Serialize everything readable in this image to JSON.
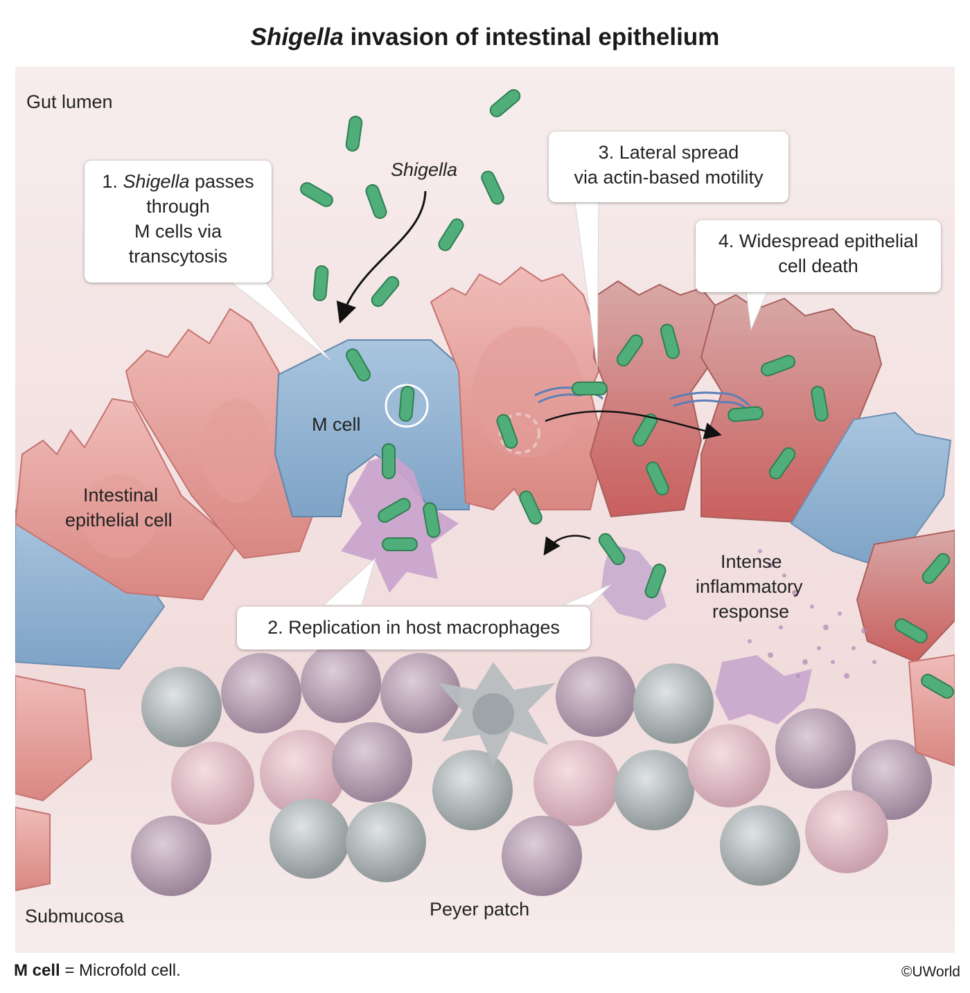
{
  "title": {
    "italic": "Shigella",
    "rest": " invasion of intestinal epithelium"
  },
  "labels": {
    "gut_lumen": "Gut lumen",
    "shigella": "Shigella",
    "m_cell": "M cell",
    "epithelial_line1": "Intestinal",
    "epithelial_line2": "epithelial cell",
    "inflammatory_line1": "Intense",
    "inflammatory_line2": "inflammatory",
    "inflammatory_line3": "response",
    "submucosa": "Submucosa",
    "peyer_patch": "Peyer patch"
  },
  "callouts": {
    "step1": {
      "italic": "Shigella",
      "line1_rest": " passes",
      "line2": "through",
      "line3": "M cells via",
      "line4": "transcytosis",
      "number": "1. "
    },
    "step2": "2. Replication in host macrophages",
    "step3": {
      "line1": "3. Lateral spread",
      "line2": "via actin-based motility"
    },
    "step4": {
      "line1": "4. Widespread epithelial",
      "line2": "cell death"
    }
  },
  "footer": {
    "term": "M cell",
    "definition": " = Microfold cell.",
    "copyright": "©UWorld"
  },
  "colors": {
    "epithelial": "#e9a9a6",
    "epithelial_dark": "#c97c7a",
    "dying_cell": "#c08583",
    "m_cell": "#8fb2d3",
    "bacteria": "#4fae7a",
    "macrophage": "#c9a2cc",
    "lymphocyte_gray": "#aeb4b6",
    "lymphocyte_purple": "#b9a2b6"
  }
}
